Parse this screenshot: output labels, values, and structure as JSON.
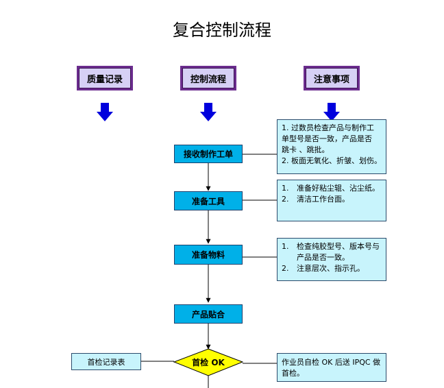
{
  "title": "复合控制流程",
  "headers": {
    "quality": "质量记录",
    "control": "控制流程",
    "notes": "注意事项"
  },
  "steps": {
    "s1": "接收制作工单",
    "s2": "准备工具",
    "s3": "准备物料",
    "s4": "产品贴合",
    "s5": "首检 OK"
  },
  "notes": {
    "n1": {
      "l1": "1. 过数员检查产品与制作工",
      "l2": "单型号是否一致，产品是否",
      "l3": "跳卡 、跳批。",
      "l4": "2. 板面无氧化、折皱、划伤。"
    },
    "n2": {
      "l1_num": "1.",
      "l1": "准备好粘尘辊、沾尘纸。",
      "l2_num": "2.",
      "l2": "清洁工作台面。"
    },
    "n3": {
      "l1_num": "1.",
      "l1": "检查纯胶型号、版本号与",
      "l2": "产品是否一致。",
      "l3_num": "2.",
      "l3": "注意层次、指示孔。"
    },
    "n5": {
      "l1": "作业员自检 OK 后送 IPQC 做",
      "l2": "首检。"
    }
  },
  "records": {
    "r5": "首检记录表"
  },
  "colors": {
    "header_border": "#6b2c8e",
    "header_fill": "#d6d0f5",
    "process_fill": "#00b0e8",
    "note_fill": "#c8f4fc",
    "decision_fill": "#ffff00",
    "arrow_blue": "#0000dd"
  }
}
